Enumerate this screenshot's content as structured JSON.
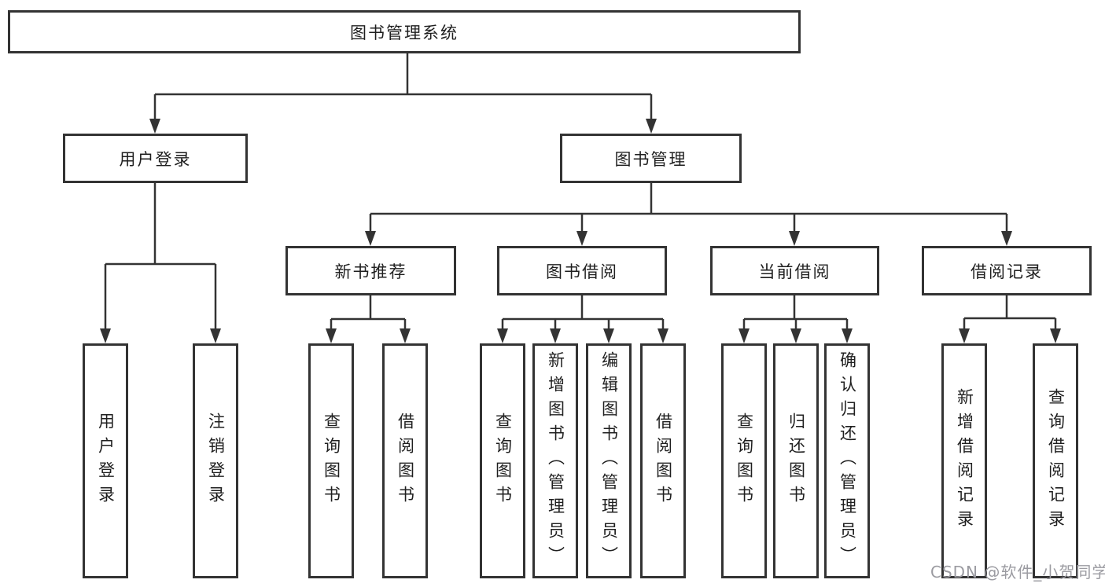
{
  "tree": {
    "root": {
      "label": "图书管理系统"
    },
    "login": {
      "label": "用户登录",
      "children": [
        {
          "label": "用户登录"
        },
        {
          "label": "注销登录"
        }
      ]
    },
    "management": {
      "label": "图书管理",
      "groups": [
        {
          "label": "新书推荐",
          "children": [
            {
              "label": "查询图书"
            },
            {
              "label": "借阅图书"
            }
          ]
        },
        {
          "label": "图书借阅",
          "children": [
            {
              "label": "查询图书"
            },
            {
              "label": "新增图书（管理员）"
            },
            {
              "label": "编辑图书（管理员）"
            },
            {
              "label": "借阅图书"
            }
          ]
        },
        {
          "label": "当前借阅",
          "children": [
            {
              "label": "查询图书"
            },
            {
              "label": "归还图书"
            },
            {
              "label": "确认归还（管理员）"
            }
          ]
        },
        {
          "label": "借阅记录",
          "children": [
            {
              "label": "新增借阅记录"
            },
            {
              "label": "查询借阅记录"
            }
          ]
        }
      ]
    }
  },
  "watermark": {
    "text": "CSDN @软件_小贺同学"
  },
  "colors": {
    "line": "#333333",
    "box_border": "#333333",
    "text": "#1f1f1f",
    "watermark": "#9b9ba1",
    "background": "#ffffff"
  }
}
